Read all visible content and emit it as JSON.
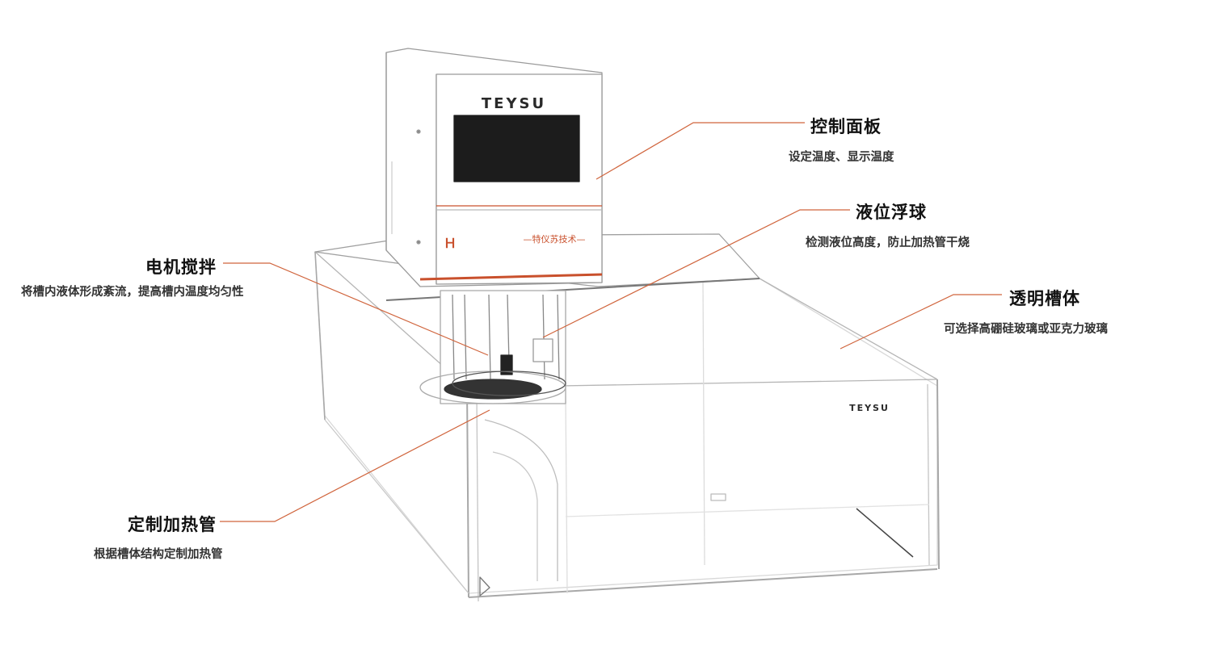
{
  "brand": {
    "logo_panel": "TEYSU",
    "logo_tank": "TEYSU",
    "footer_text": "—特仪苏技术—",
    "mark": "Ｈ"
  },
  "callouts": [
    {
      "id": "control-panel",
      "title": "控制面板",
      "desc": "设定温度、显示温度"
    },
    {
      "id": "level-float",
      "title": "液位浮球",
      "desc": "检测液位高度，防止加热管干烧"
    },
    {
      "id": "transparent-tank",
      "title": "透明槽体",
      "desc": "可选择高硼硅玻璃或亚克力玻璃"
    },
    {
      "id": "motor-stirring",
      "title": "电机搅拌",
      "desc": "将槽内液体形成紊流，提高槽内温度均匀性"
    },
    {
      "id": "custom-heater",
      "title": "定制加热管",
      "desc": "根据槽体结构定制加热管"
    }
  ],
  "colors": {
    "leader": "#d0643c",
    "accent": "#c9502c",
    "outline": "#8a8a8a",
    "screen": "#1c1c1c"
  }
}
